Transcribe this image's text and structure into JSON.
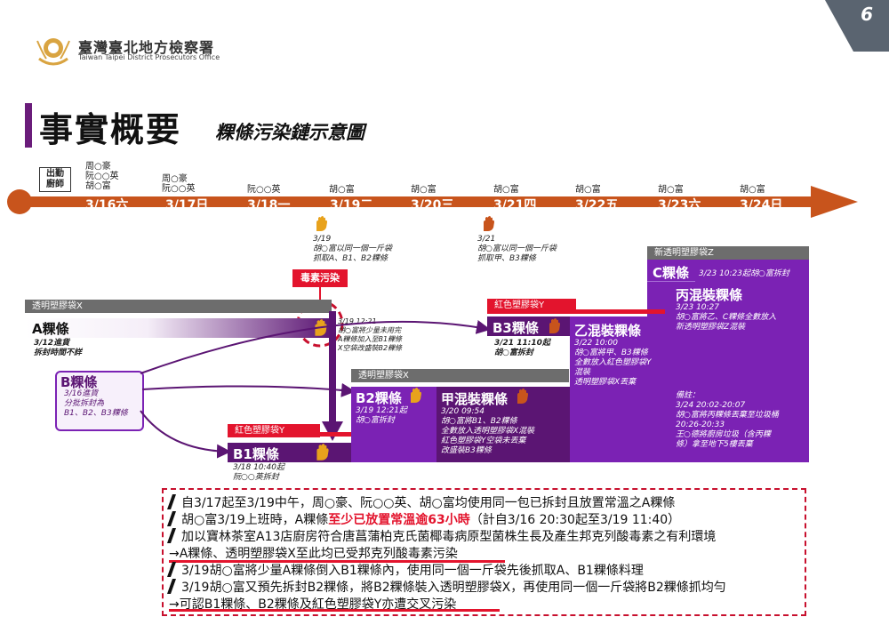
{
  "page_number": "6",
  "header": {
    "org_zh": "臺灣臺北地方檢察署",
    "org_en": "Taiwan Taipei District Prosecutors Office"
  },
  "title": {
    "main": "事實概要",
    "sub": "粿條污染鏈示意圖"
  },
  "timeline": {
    "row_header": "出勤\n廚師",
    "dates": [
      "3/16六",
      "3/17日",
      "3/18一",
      "3/19二",
      "3/20三",
      "3/21四",
      "3/22五",
      "3/23六",
      "3/24日"
    ],
    "staff": [
      "周○豪\n阮○○英\n胡○富",
      "周○豪\n阮○○英",
      "阮○○英",
      "胡○富",
      "胡○富",
      "胡○富",
      "胡○富",
      "胡○富",
      "胡○富"
    ],
    "event_319": "3/19\n胡○富以同一個一斤袋\n抓取A、B1、B2粿條",
    "event_321": "3/21\n胡○富以同一個一斤袋\n抓取甲、B3粿條"
  },
  "labels": {
    "toxin_tag": "毒素污染",
    "bag_x": "透明塑膠袋X",
    "bag_x2": "透明塑膠袋X",
    "bag_y": "紅色塑膠袋Y",
    "bag_y2": "紅色塑膠袋Y",
    "bag_z": "新透明塑膠袋Z"
  },
  "nodes": {
    "A": {
      "title": "A粿條",
      "note": "3/12進貨\n拆封時間不詳"
    },
    "B": {
      "title": "B粿條",
      "note": "3/16進貨\n分批拆封為\nB1、B2、B3粿條"
    },
    "B1": {
      "title": "B1粿條",
      "note": "3/18 10:40起\n阮○○英拆封"
    },
    "B2": {
      "title": "B2粿條",
      "note": "3/19 12:21起\n胡○富拆封"
    },
    "B3": {
      "title": "B3粿條",
      "note": "3/21 11:10起\n胡○富拆封"
    },
    "jia": {
      "title": "甲混裝粿條",
      "note": "3/20 09:54\n胡○富將B1、B2粿條\n全數放入透明塑膠袋X混裝\n紅色塑膠袋Y空袋未丟棄\n改盛裝B3粿條"
    },
    "yi": {
      "title": "乙混裝粿條",
      "note": "3/22 10:00\n胡○富將甲、B3粿條\n全數放入紅色塑膠袋Y\n混裝\n透明塑膠袋X丟棄"
    },
    "C": {
      "title": "C粿條",
      "note": "3/23 10:23起胡○富拆封"
    },
    "bing": {
      "title": "丙混裝粿條",
      "note": "3/23 10:27\n胡○富將乙、C粿條全數放入\n新透明塑膠袋Z混裝"
    },
    "remark": "備註：\n3/24 20:02-20:07\n胡○富將丙粿條丟棄至垃圾桶\n20:26-20:33\n王○德將廚房垃圾（含丙粿\n條）拿至地下5樓丟棄",
    "contam_note": "3/19 12:21\n胡○富將少量未用完\nA粿條加入至B1粿條\nX空袋改盛裝B2粿條"
  },
  "summary": {
    "l1": "自3/17起至3/19中午，周○豪、阮○○英、胡○富均使用同一包已拆封且放置常溫之A粿條",
    "l2a": "胡○富3/19上班時，A粿條",
    "l2b": "至少已放置常溫逾63小時",
    "l2c": "（計自3/16 20:30起至3/19 11:40）",
    "l3": "加以寶林茶室A13店廚房符合唐菖蒲柏克氏菌椰毒病原型菌株生長及產生邦克列酸毒素之有利環境",
    "l4": "→A粿條、透明塑膠袋X至此均已受邦克列酸毒素污染",
    "l5": "3/19胡○富將少量A粿條倒入B1粿條內，使用同一個一斤袋先後抓取A、B1粿條料理",
    "l6": "3/19胡○富又預先拆封B2粿條，將B2粿條裝入透明塑膠袋X，再使用同一個一斤袋將B2粿條抓均勻",
    "l7": "→可認B1粿條、B2粿條及紅色塑膠袋Y亦遭交叉污染"
  },
  "colors": {
    "timeline": "#c8541c",
    "purple": "#5b1573",
    "violet": "#7b22b4",
    "red": "#e3142d",
    "gray": "#6d6d6d"
  },
  "icons": [
    "logo-emblem",
    "hand-icon",
    "arrow-icon"
  ]
}
